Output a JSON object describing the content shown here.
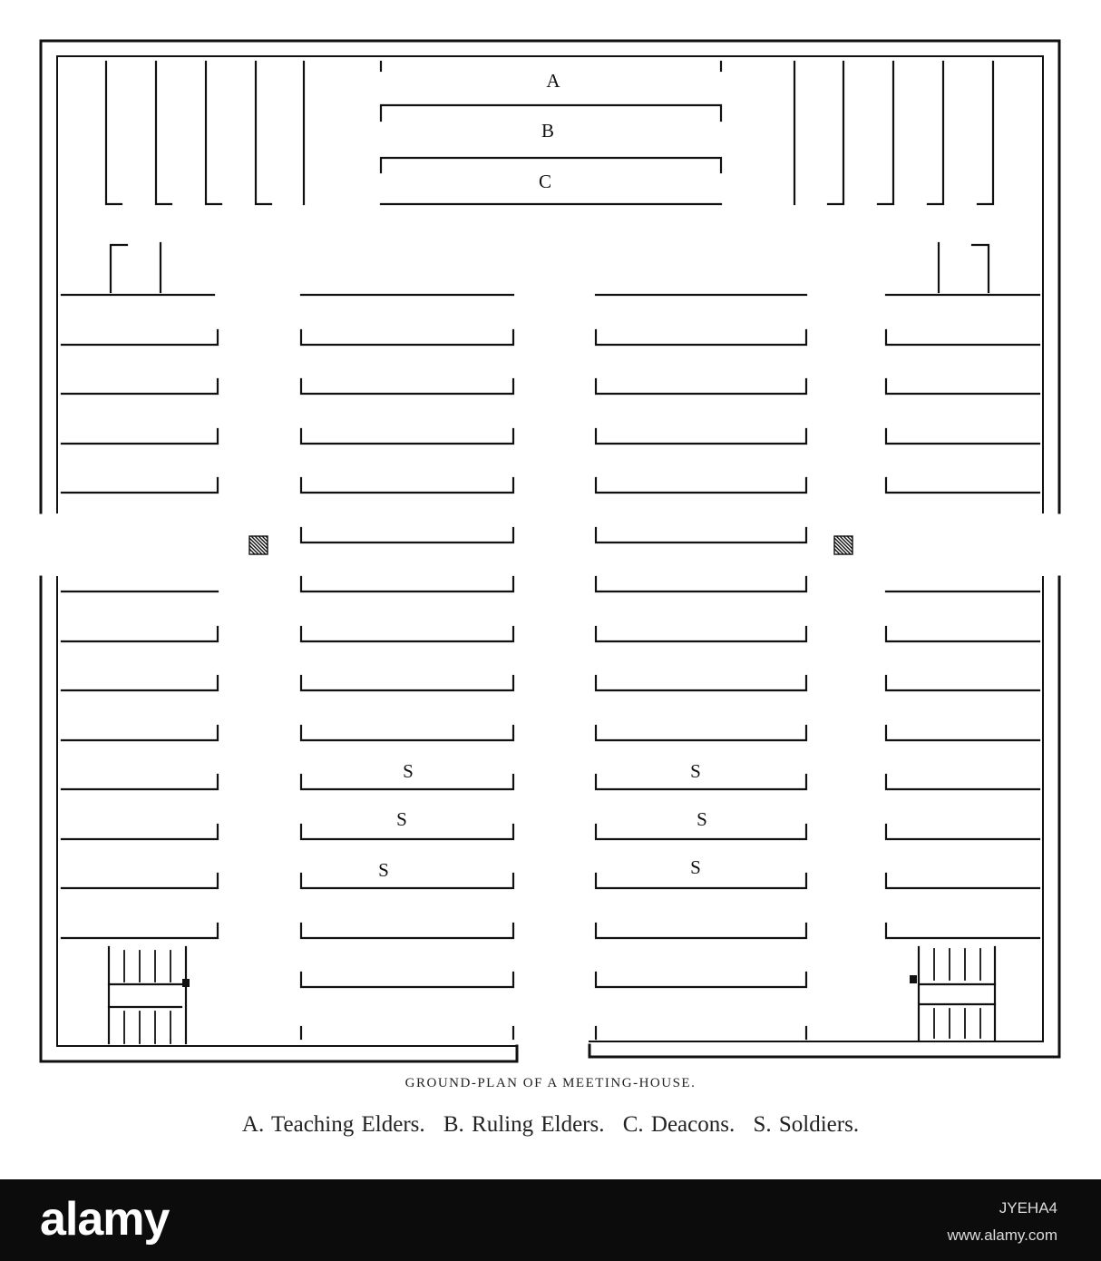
{
  "diagram": {
    "labels": {
      "a": "A",
      "b": "B",
      "c": "C",
      "s": "S"
    },
    "caption_title": "GROUND-PLAN OF A MEETING-HOUSE.",
    "key": [
      "A. Teaching Elders.",
      "B. Ruling Elders.",
      "C. Deacons.",
      "S. Soldiers."
    ]
  },
  "watermark": {
    "brand": "alamy",
    "image_id": "JYEHA4",
    "url": "www.alamy.com"
  },
  "colors": {
    "ink": "#111111",
    "paper": "#ffffff",
    "footer_bg": "#0c0c0c"
  }
}
